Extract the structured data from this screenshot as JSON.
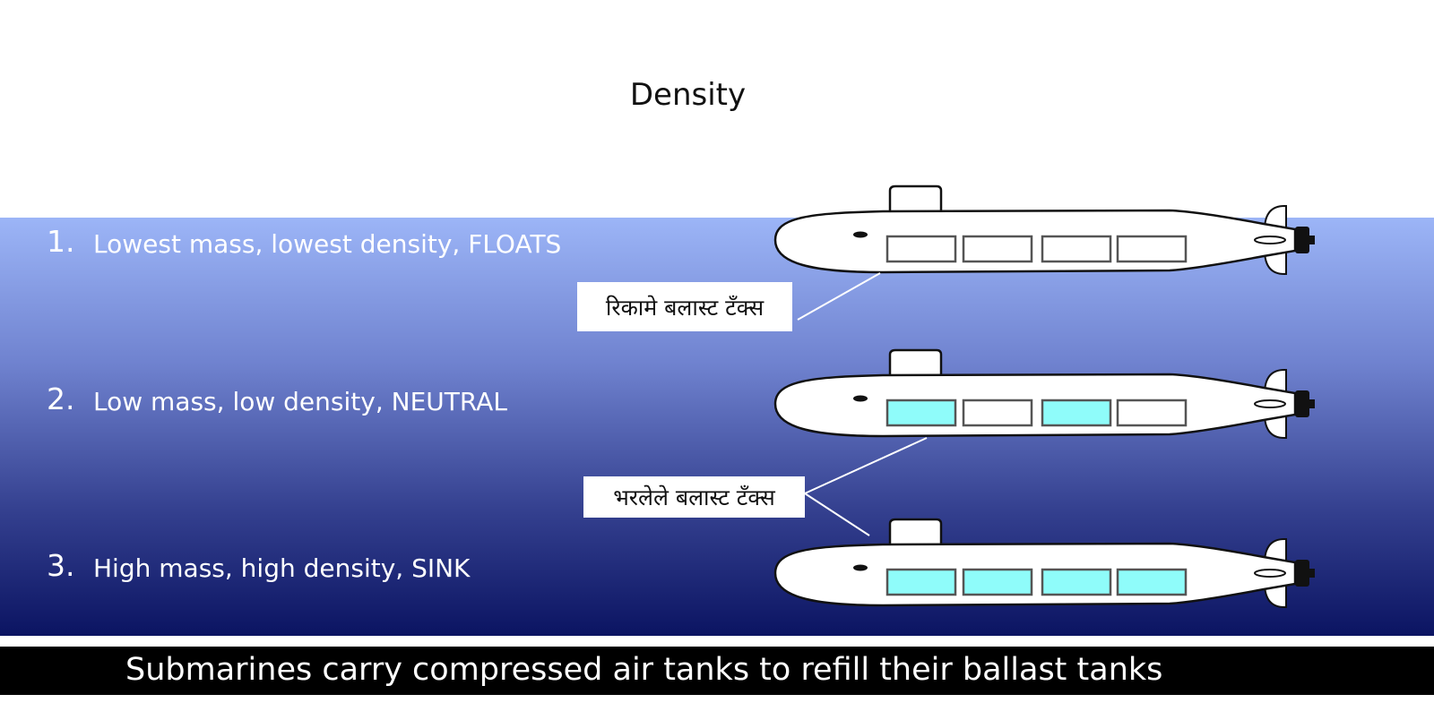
{
  "title": "Density",
  "items": [
    {
      "number": "1.",
      "text": "Lowest mass, lowest density, FLOATS"
    },
    {
      "number": "2.",
      "text": "Low mass, low density, NEUTRAL"
    },
    {
      "number": "3.",
      "text": "High mass, high density, SINK"
    }
  ],
  "labels": {
    "empty_tanks": "रिकामे बलास्ट टँक्स",
    "filled_tanks": "भरलेले बलास्ट टँक्स"
  },
  "caption": "Submarines carry compressed air tanks to refill their ballast tanks",
  "submarines": [
    {
      "tanks_filled": [
        false,
        false,
        false,
        false
      ]
    },
    {
      "tanks_filled": [
        true,
        false,
        true,
        false
      ]
    },
    {
      "tanks_filled": [
        true,
        true,
        true,
        true
      ]
    }
  ],
  "colors": {
    "water_top": "#9cb5f7",
    "water_bottom": "#0b1462",
    "filled_tank": "#8ffcfa",
    "empty_tank": "#ffffff",
    "caption_bar": "#000000"
  }
}
